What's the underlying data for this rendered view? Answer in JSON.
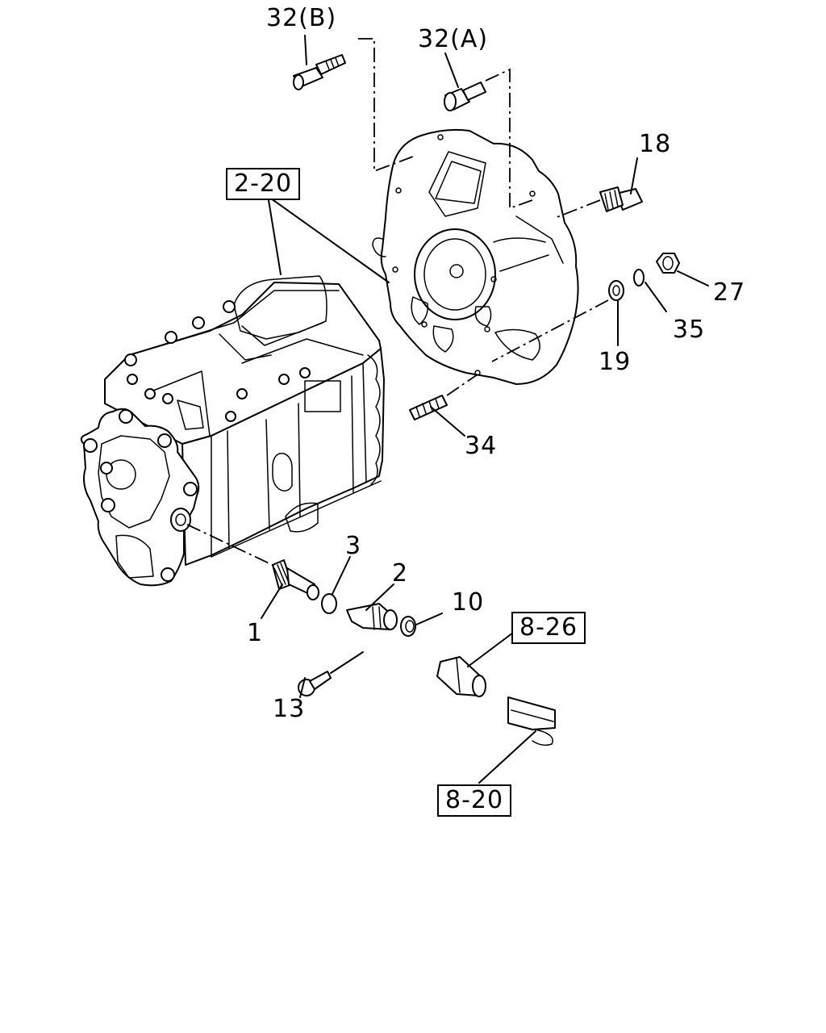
{
  "diagram": {
    "part_labels": {
      "p32b": "32(B)",
      "p32a": "32(A)",
      "p18": "18",
      "p27": "27",
      "p35": "35",
      "p19": "19",
      "p34": "34",
      "p3": "3",
      "p2": "2",
      "p10": "10",
      "p1": "1",
      "p13": "13"
    },
    "reference_boxes": {
      "r2_20": "2-20",
      "r8_26": "8-26",
      "r8_20": "8-20"
    }
  }
}
